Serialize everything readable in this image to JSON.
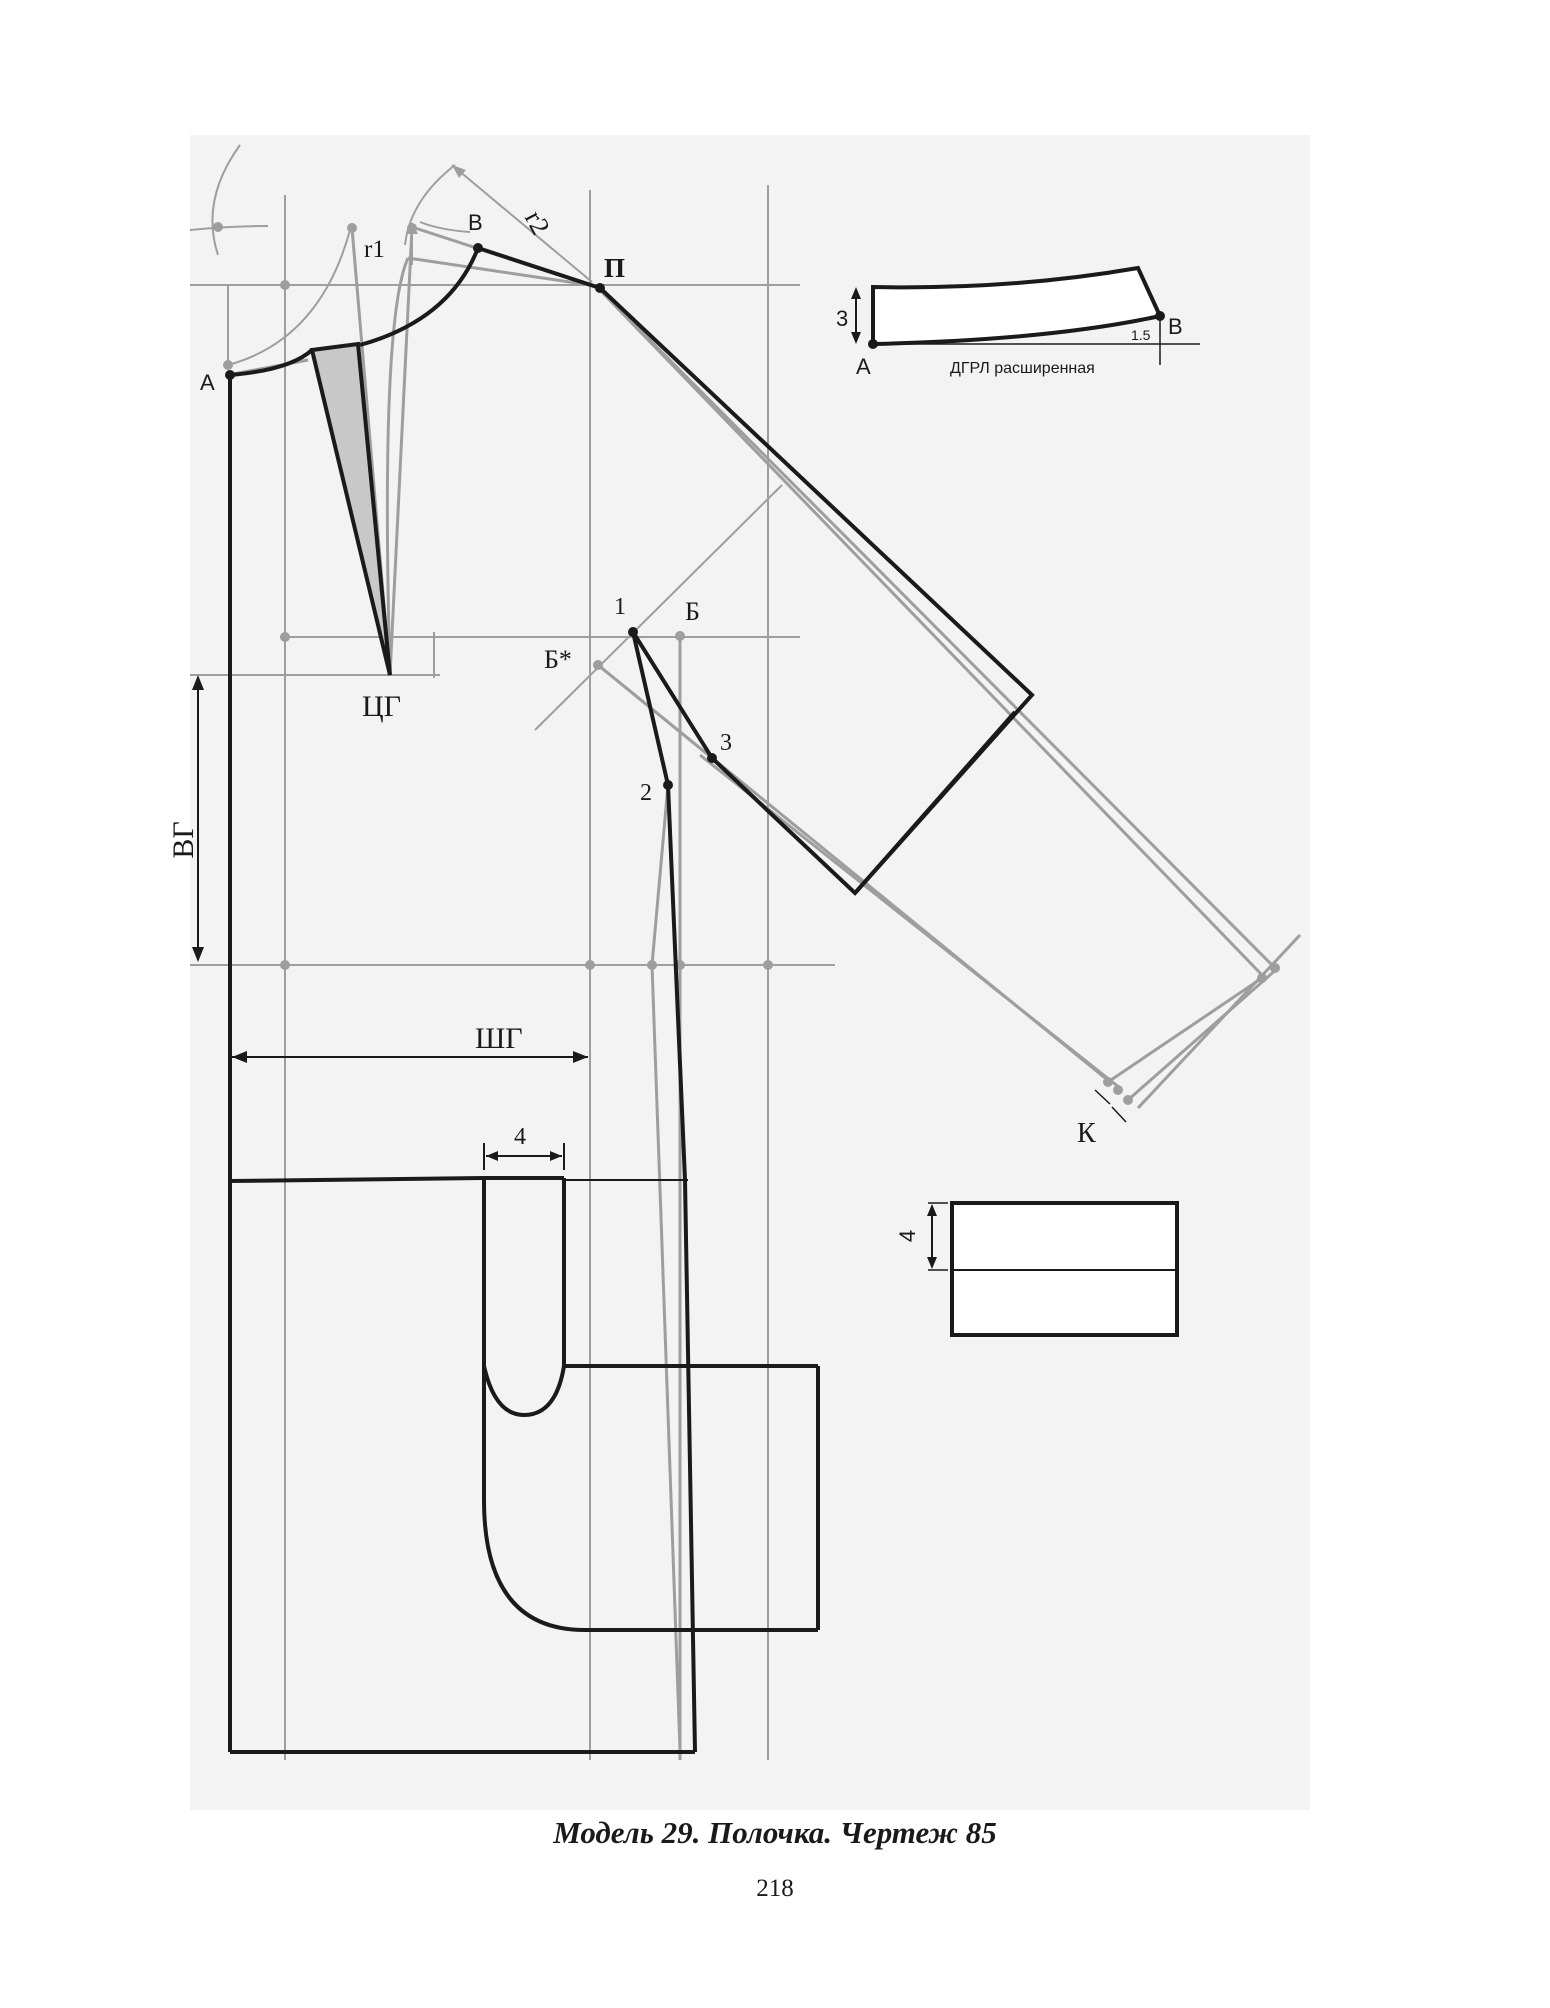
{
  "diagram": {
    "labels": {
      "A": "А",
      "B": "В",
      "P": "П",
      "r1": "r1",
      "r2": "r2",
      "CG": "ЦГ",
      "VG": "ВГ",
      "SHG": "ШГ",
      "pt1": "1",
      "pt2": "2",
      "pt3": "3",
      "Bb": "Б",
      "Bstar": "Б*",
      "K": "К",
      "pocket_width": "4"
    },
    "collar_inset": {
      "height": "3",
      "A": "А",
      "B": "В",
      "offset": "1.5",
      "caption": "ДГРЛ расширенная"
    },
    "cuff_inset": {
      "height": "4"
    }
  },
  "caption": "Модель 29. Полочка. Чертеж 85",
  "page_number": "218"
}
